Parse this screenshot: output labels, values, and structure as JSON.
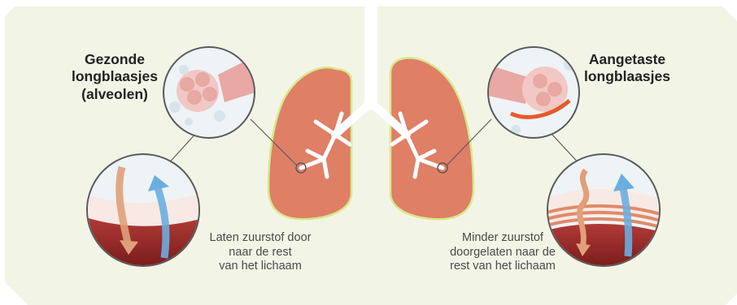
{
  "labels": {
    "healthy_title": "Gezonde\nlongblaasjes\n(alveolen)",
    "affected_title": "Aangetaste\nlongblaasjes",
    "healthy_caption": "Laten zuurstof door\nnaar de rest\nvan het lichaam",
    "affected_caption": "Minder zuurstof\ndoorgelaten naar de\nrest van het lichaam"
  },
  "colors": {
    "panel": "#f2f5e6",
    "lung": "#df7f66",
    "lung_outline": "#d8e88a",
    "airway": "#ffffff",
    "alveoli": "#e8a8a4",
    "blood": "#8a1f1f",
    "oxygen_arrow": "#6aaee0",
    "co2_arrow": "#e0a07a",
    "frame": "#5a5a5a"
  }
}
